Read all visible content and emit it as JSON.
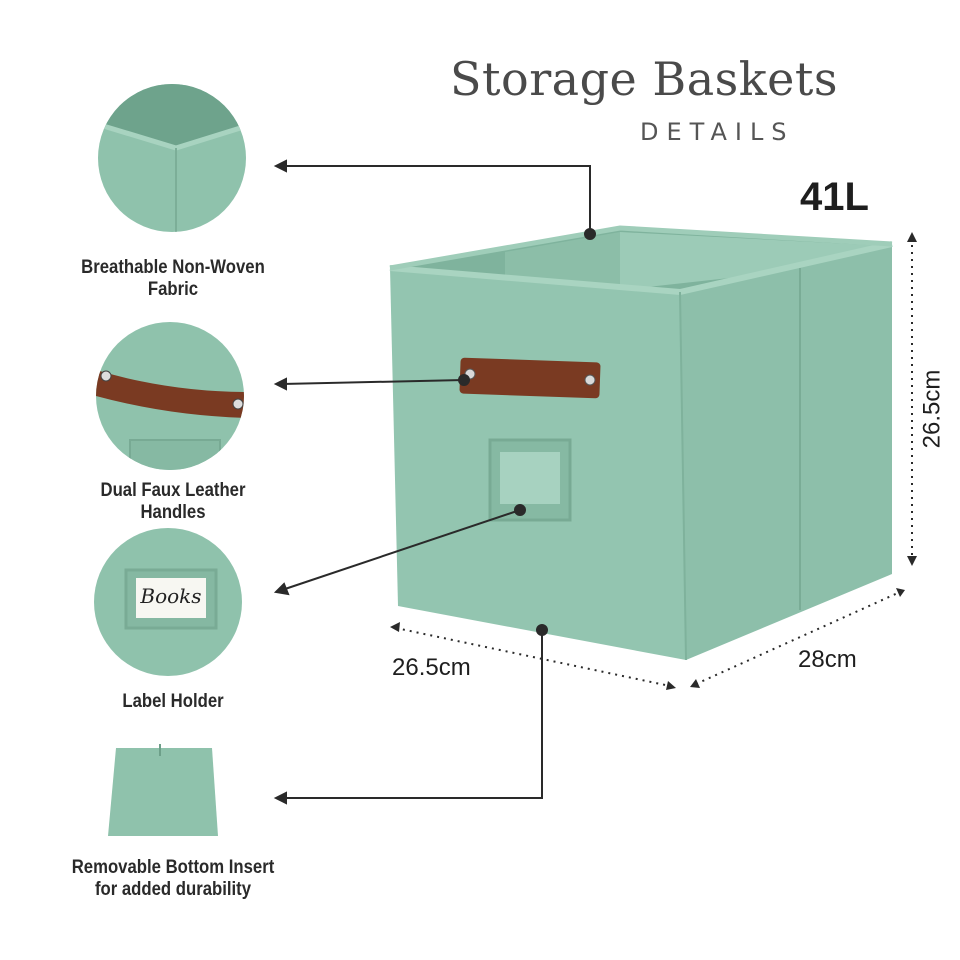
{
  "header": {
    "title": "Storage Baskets",
    "subtitle": "DETAILS",
    "capacity": "41L"
  },
  "features": [
    {
      "label_line1": "Breathable Non-Woven",
      "label_line2": "Fabric"
    },
    {
      "label_line1": "Dual Faux Leather",
      "label_line2": "Handles"
    },
    {
      "label_line1": "Label Holder",
      "label_line2": "",
      "tag_text": "Books"
    },
    {
      "label_line1": "Removable Bottom Insert",
      "label_line2": "for added durability"
    }
  ],
  "dimensions": {
    "width": "26.5cm",
    "depth": "28cm",
    "height": "26.5cm"
  },
  "colors": {
    "fabric": "#8fc2ac",
    "fabric_dark": "#7bb09a",
    "fabric_light": "#a3cfbb",
    "leather": "#7a3a22",
    "line": "#2a2a2a"
  }
}
